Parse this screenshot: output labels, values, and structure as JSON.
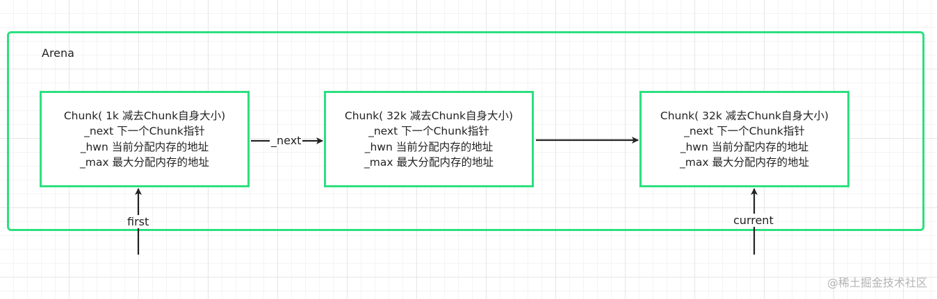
{
  "arena": {
    "label": "Arena"
  },
  "chunks": [
    {
      "title": "Chunk( 1k 减去Chunk自身大小)",
      "next": "_next 下一个Chunk指针",
      "hwn": "_hwn 当前分配内存的地址",
      "max": "_max 最大分配内存的地址"
    },
    {
      "title": "Chunk( 32k 减去Chunk自身大小)",
      "next": "_next 下一个Chunk指针",
      "hwn": "_hwn 当前分配内存的地址",
      "max": "_max 最大分配内存的地址"
    },
    {
      "title": "Chunk( 32k 减去Chunk自身大小)",
      "next": "_next 下一个Chunk指针",
      "hwn": "_hwn 当前分配内存的地址",
      "max": "_max 最大分配内存的地址"
    }
  ],
  "edges": {
    "next_label": "_next",
    "first_label": "first",
    "current_label": "current"
  },
  "watermark": {
    "text": "@稀土掘金技术社区"
  },
  "colors": {
    "border": "#2be07f",
    "arrow": "#222222"
  }
}
